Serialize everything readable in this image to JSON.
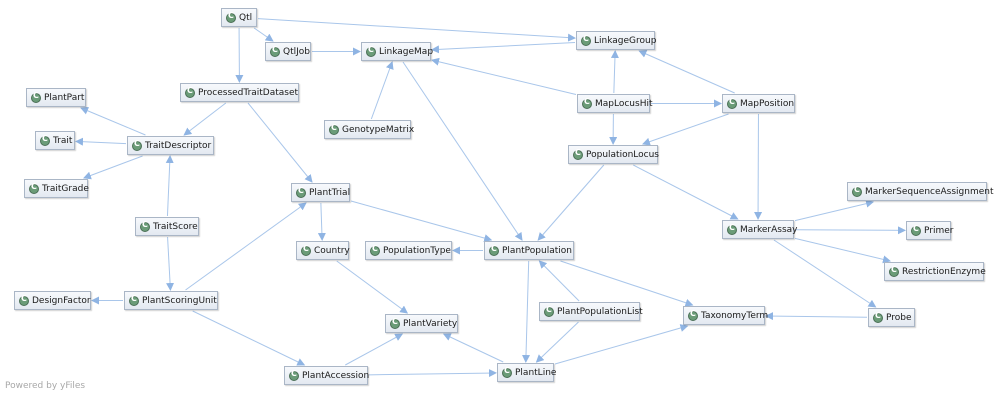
{
  "footer": "Powered by yFiles",
  "colors": {
    "edge": "#a9c6ea",
    "arrow": "#8fb4e3",
    "node_border": "#aab6c6",
    "icon": "#6b9c78"
  },
  "icon_name": "class-icon",
  "nodes": [
    {
      "id": "Qtl",
      "label": "Qtl"
    },
    {
      "id": "QtlJob",
      "label": "QtlJob"
    },
    {
      "id": "LinkageMap",
      "label": "LinkageMap"
    },
    {
      "id": "LinkageGroup",
      "label": "LinkageGroup"
    },
    {
      "id": "PlantPart",
      "label": "PlantPart"
    },
    {
      "id": "ProcessedTraitDataset",
      "label": "ProcessedTraitDataset"
    },
    {
      "id": "Trait",
      "label": "Trait"
    },
    {
      "id": "TraitDescriptor",
      "label": "TraitDescriptor"
    },
    {
      "id": "GenotypeMatrix",
      "label": "GenotypeMatrix"
    },
    {
      "id": "MapLocusHit",
      "label": "MapLocusHit"
    },
    {
      "id": "MapPosition",
      "label": "MapPosition"
    },
    {
      "id": "PopulationLocus",
      "label": "PopulationLocus"
    },
    {
      "id": "TraitGrade",
      "label": "TraitGrade"
    },
    {
      "id": "PlantTrial",
      "label": "PlantTrial"
    },
    {
      "id": "MarkerSequenceAssignment",
      "label": "MarkerSequenceAssignment"
    },
    {
      "id": "TraitScore",
      "label": "TraitScore"
    },
    {
      "id": "MarkerAssay",
      "label": "MarkerAssay"
    },
    {
      "id": "Primer",
      "label": "Primer"
    },
    {
      "id": "Country",
      "label": "Country"
    },
    {
      "id": "PopulationType",
      "label": "PopulationType"
    },
    {
      "id": "PlantPopulation",
      "label": "PlantPopulation"
    },
    {
      "id": "RestrictionEnzyme",
      "label": "RestrictionEnzyme"
    },
    {
      "id": "DesignFactor",
      "label": "DesignFactor"
    },
    {
      "id": "PlantScoringUnit",
      "label": "PlantScoringUnit"
    },
    {
      "id": "PlantPopulationList",
      "label": "PlantPopulationList"
    },
    {
      "id": "TaxonomyTerm",
      "label": "TaxonomyTerm"
    },
    {
      "id": "Probe",
      "label": "Probe"
    },
    {
      "id": "PlantVariety",
      "label": "PlantVariety"
    },
    {
      "id": "PlantAccession",
      "label": "PlantAccession"
    },
    {
      "id": "PlantLine",
      "label": "PlantLine"
    }
  ],
  "edges": [
    [
      "Qtl",
      "QtlJob"
    ],
    [
      "Qtl",
      "ProcessedTraitDataset"
    ],
    [
      "Qtl",
      "LinkageGroup"
    ],
    [
      "QtlJob",
      "LinkageMap"
    ],
    [
      "LinkageGroup",
      "LinkageMap"
    ],
    [
      "GenotypeMatrix",
      "LinkageMap"
    ],
    [
      "MapLocusHit",
      "LinkageMap"
    ],
    [
      "MapLocusHit",
      "LinkageGroup"
    ],
    [
      "MapLocusHit",
      "MapPosition"
    ],
    [
      "MapLocusHit",
      "PopulationLocus"
    ],
    [
      "MapPosition",
      "LinkageGroup"
    ],
    [
      "MapPosition",
      "PopulationLocus"
    ],
    [
      "MapPosition",
      "MarkerAssay"
    ],
    [
      "LinkageMap",
      "PlantPopulation"
    ],
    [
      "ProcessedTraitDataset",
      "TraitDescriptor"
    ],
    [
      "ProcessedTraitDataset",
      "PlantTrial"
    ],
    [
      "TraitDescriptor",
      "PlantPart"
    ],
    [
      "TraitDescriptor",
      "Trait"
    ],
    [
      "TraitDescriptor",
      "TraitGrade"
    ],
    [
      "TraitScore",
      "TraitDescriptor"
    ],
    [
      "TraitScore",
      "PlantScoringUnit"
    ],
    [
      "PlantScoringUnit",
      "DesignFactor"
    ],
    [
      "PlantScoringUnit",
      "PlantTrial"
    ],
    [
      "PlantScoringUnit",
      "PlantAccession"
    ],
    [
      "PlantTrial",
      "Country"
    ],
    [
      "PlantTrial",
      "PlantPopulation"
    ],
    [
      "Country",
      "PlantVariety"
    ],
    [
      "PopulationLocus",
      "PlantPopulation"
    ],
    [
      "PopulationLocus",
      "MarkerAssay"
    ],
    [
      "PlantPopulation",
      "PopulationType"
    ],
    [
      "PlantPopulation",
      "PlantLine"
    ],
    [
      "PlantPopulation",
      "TaxonomyTerm"
    ],
    [
      "PlantPopulationList",
      "PlantPopulation"
    ],
    [
      "PlantPopulationList",
      "PlantLine"
    ],
    [
      "MarkerAssay",
      "MarkerSequenceAssignment"
    ],
    [
      "MarkerAssay",
      "Primer"
    ],
    [
      "MarkerAssay",
      "RestrictionEnzyme"
    ],
    [
      "MarkerAssay",
      "Probe"
    ],
    [
      "Probe",
      "TaxonomyTerm"
    ],
    [
      "PlantLine",
      "TaxonomyTerm"
    ],
    [
      "PlantLine",
      "PlantVariety"
    ],
    [
      "PlantAccession",
      "PlantVariety"
    ],
    [
      "PlantAccession",
      "PlantLine"
    ]
  ]
}
